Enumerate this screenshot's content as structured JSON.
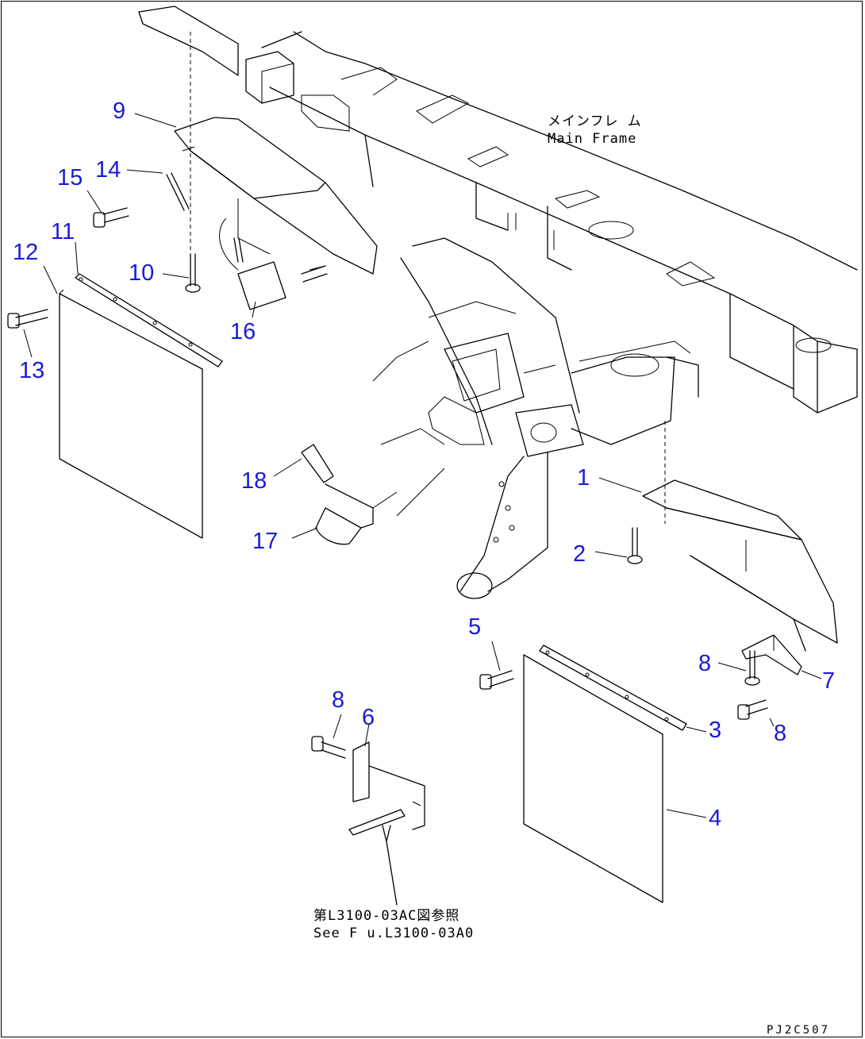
{
  "callouts": {
    "c1": "1",
    "c2": "2",
    "c3": "3",
    "c4": "4",
    "c5": "5",
    "c6": "6",
    "c7": "7",
    "c8a": "8",
    "c8b": "8",
    "c8c": "8",
    "c9": "9",
    "c10": "10",
    "c11": "11",
    "c12": "12",
    "c13": "13",
    "c14": "14",
    "c15": "15",
    "c16": "16",
    "c17": "17",
    "c18": "18"
  },
  "labels": {
    "main_frame_jp": "メインフレ ム",
    "main_frame_en": "Main Frame",
    "ref_jp": "第L3100-03AC図参照",
    "ref_en": "See F u.L3100-03A0",
    "drawing_code": "PJ2C507"
  },
  "colors": {
    "callout": "#1a1ad8",
    "line": "#000000"
  }
}
